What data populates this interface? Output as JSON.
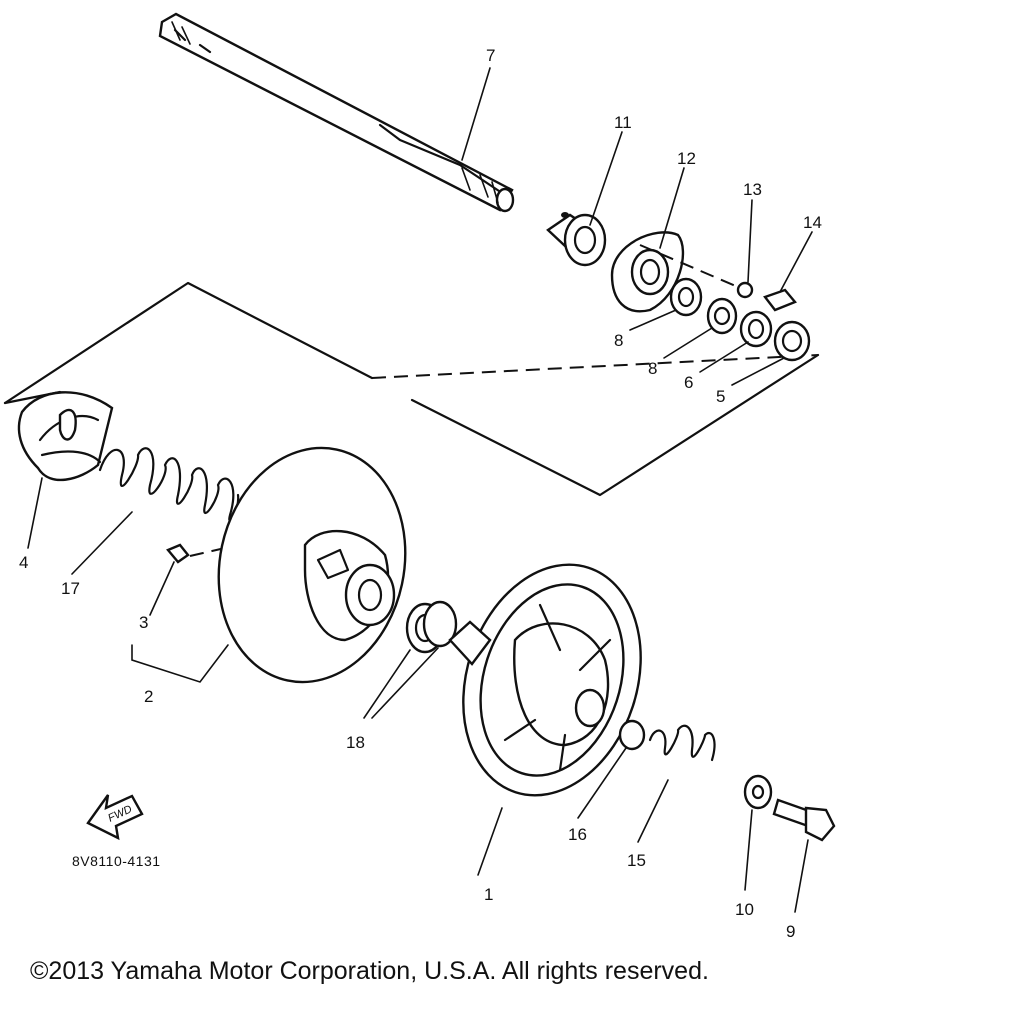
{
  "diagram": {
    "part_code": "8V8110-4131",
    "direction_label": "FWD",
    "callouts": [
      {
        "id": "c1",
        "label": "1"
      },
      {
        "id": "c2",
        "label": "2"
      },
      {
        "id": "c3",
        "label": "3"
      },
      {
        "id": "c4",
        "label": "4"
      },
      {
        "id": "c5",
        "label": "5"
      },
      {
        "id": "c6",
        "label": "6"
      },
      {
        "id": "c7",
        "label": "7"
      },
      {
        "id": "c8a",
        "label": "8"
      },
      {
        "id": "c8b",
        "label": "8"
      },
      {
        "id": "c9",
        "label": "9"
      },
      {
        "id": "c10",
        "label": "10"
      },
      {
        "id": "c11",
        "label": "11"
      },
      {
        "id": "c12",
        "label": "12"
      },
      {
        "id": "c13",
        "label": "13"
      },
      {
        "id": "c14",
        "label": "14"
      },
      {
        "id": "c15",
        "label": "15"
      },
      {
        "id": "c16",
        "label": "16"
      },
      {
        "id": "c17",
        "label": "17"
      },
      {
        "id": "c18",
        "label": "18"
      }
    ]
  },
  "footer": {
    "copyright": "©2013 Yamaha Motor Corporation, U.S.A. All rights reserved."
  }
}
